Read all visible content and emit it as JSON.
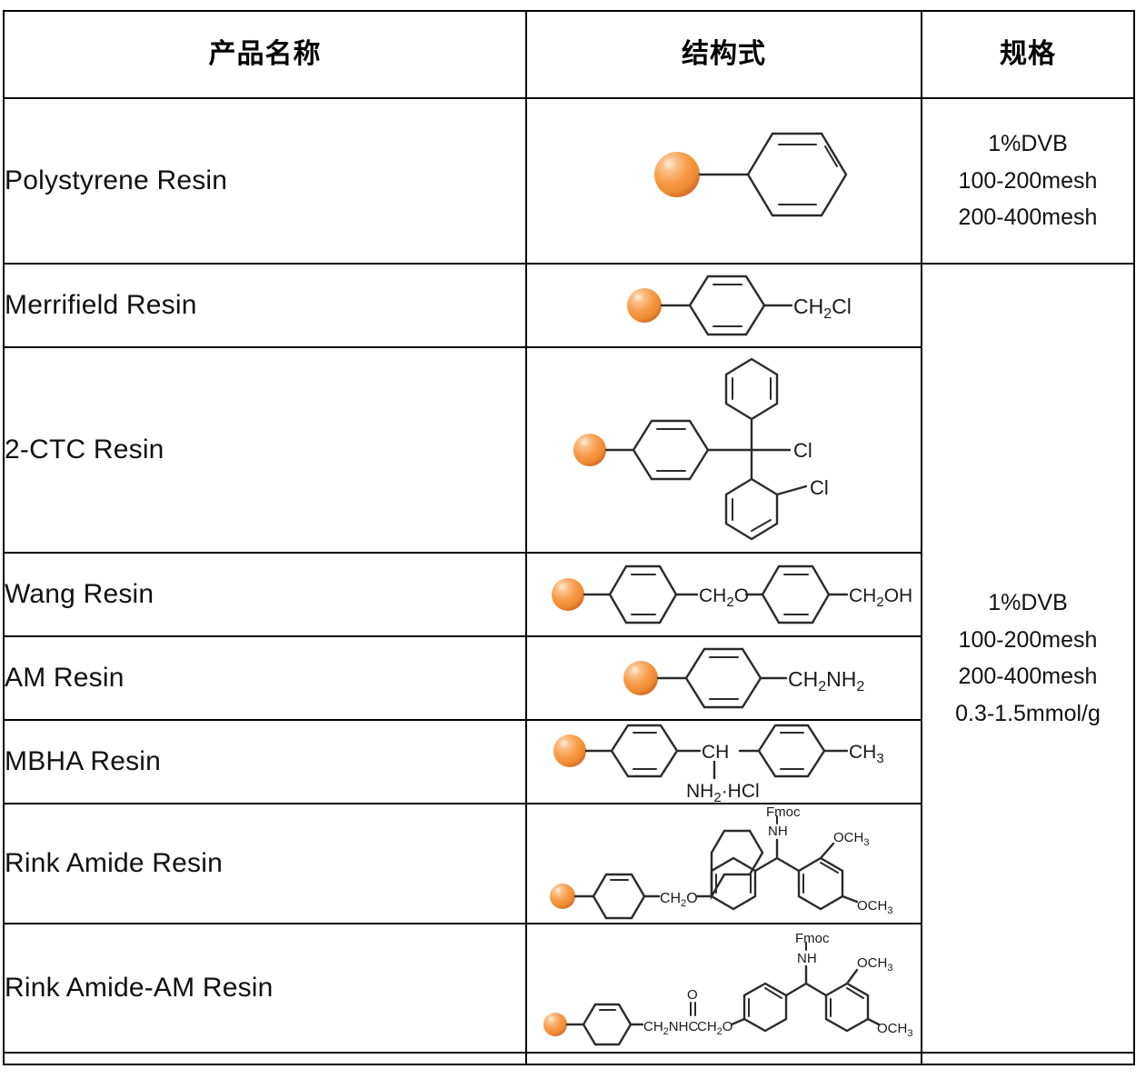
{
  "table": {
    "headers": [
      {
        "label": "产品名称",
        "name": "col-product-name"
      },
      {
        "label": "结构式",
        "name": "col-structural-formula"
      },
      {
        "label": "规格",
        "name": "col-specification"
      }
    ],
    "rows": [
      {
        "product_name": "Polystyrene Resin",
        "structure_id": "polystyrene-structure",
        "structure_description": "resin bead attached to benzene ring"
      },
      {
        "product_name": "Merrifield Resin",
        "structure_id": "merrifield-structure",
        "structure_description": "resin bead - phenyl - CH2Cl"
      },
      {
        "product_name": "2-CTC Resin",
        "structure_id": "2-ctc-structure",
        "structure_description": "resin bead - phenyl - C(phenyl)(Cl) - 2-chlorophenyl"
      },
      {
        "product_name": "Wang Resin",
        "structure_id": "wang-structure",
        "structure_description": "resin bead - phenyl - CH2O - phenyl - CH2OH"
      },
      {
        "product_name": "AM Resin",
        "structure_id": "am-structure",
        "structure_description": "resin bead - phenyl - CH2NH2"
      },
      {
        "product_name": "MBHA Resin",
        "structure_id": "mbha-structure",
        "structure_description": "resin bead - phenyl - CH(NH2 HCl) - phenyl - CH3"
      },
      {
        "product_name": "Rink Amide Resin",
        "structure_id": "rink-amide-structure",
        "structure_description": "resin bead - phenyl - CH2O - phenyl - CH(NHFmoc) - dimethoxyphenyl"
      },
      {
        "product_name": "Rink Amide-AM Resin",
        "structure_id": "rink-amide-am-structure",
        "structure_description": "resin bead - phenyl - CH2NHC(=O)CH2O - phenyl - CH(NHFmoc) - dimethoxyphenyl"
      }
    ],
    "spec_cells": [
      {
        "lines": [
          "1%DVB",
          "100-200mesh",
          "200-400mesh"
        ],
        "applies_to": "Polystyrene Resin"
      },
      {
        "lines": [
          "1%DVB",
          "100-200mesh",
          "200-400mesh",
          "0.3-1.5mmol/g"
        ],
        "applies_to": "Merrifield Resin through Rink Amide-AM Resin"
      }
    ]
  },
  "structure_labels": {
    "polystyrene": [],
    "merrifield": [
      "CH",
      "2",
      "Cl"
    ],
    "ctc": [
      "Cl",
      "Cl"
    ],
    "wang": [
      "CH",
      "2",
      "O",
      "CH",
      "2",
      "OH"
    ],
    "am": [
      "CH",
      "2",
      "NH",
      "2"
    ],
    "mbha": [
      "CH",
      "NH",
      "2",
      "·HCl",
      "CH",
      "3"
    ],
    "rink_amide": [
      "Fmoc",
      "NH",
      "OCH",
      "3",
      "OCH",
      "3",
      "CH",
      "2",
      "O"
    ],
    "rink_amide_am": [
      "Fmoc",
      "NH",
      "OCH",
      "3",
      "OCH",
      "3",
      "CH",
      "2",
      "NHC",
      "CH",
      "2",
      "O",
      "O"
    ]
  },
  "colors": {
    "bead_highlight": "#FFE3C2",
    "bead_mid": "#F8A35A",
    "bead_core": "#F08A2E",
    "bead_edge": "#D9742A",
    "bond": "#2b2b2b",
    "border": "#000000",
    "text": "#111111",
    "background": "#ffffff"
  }
}
